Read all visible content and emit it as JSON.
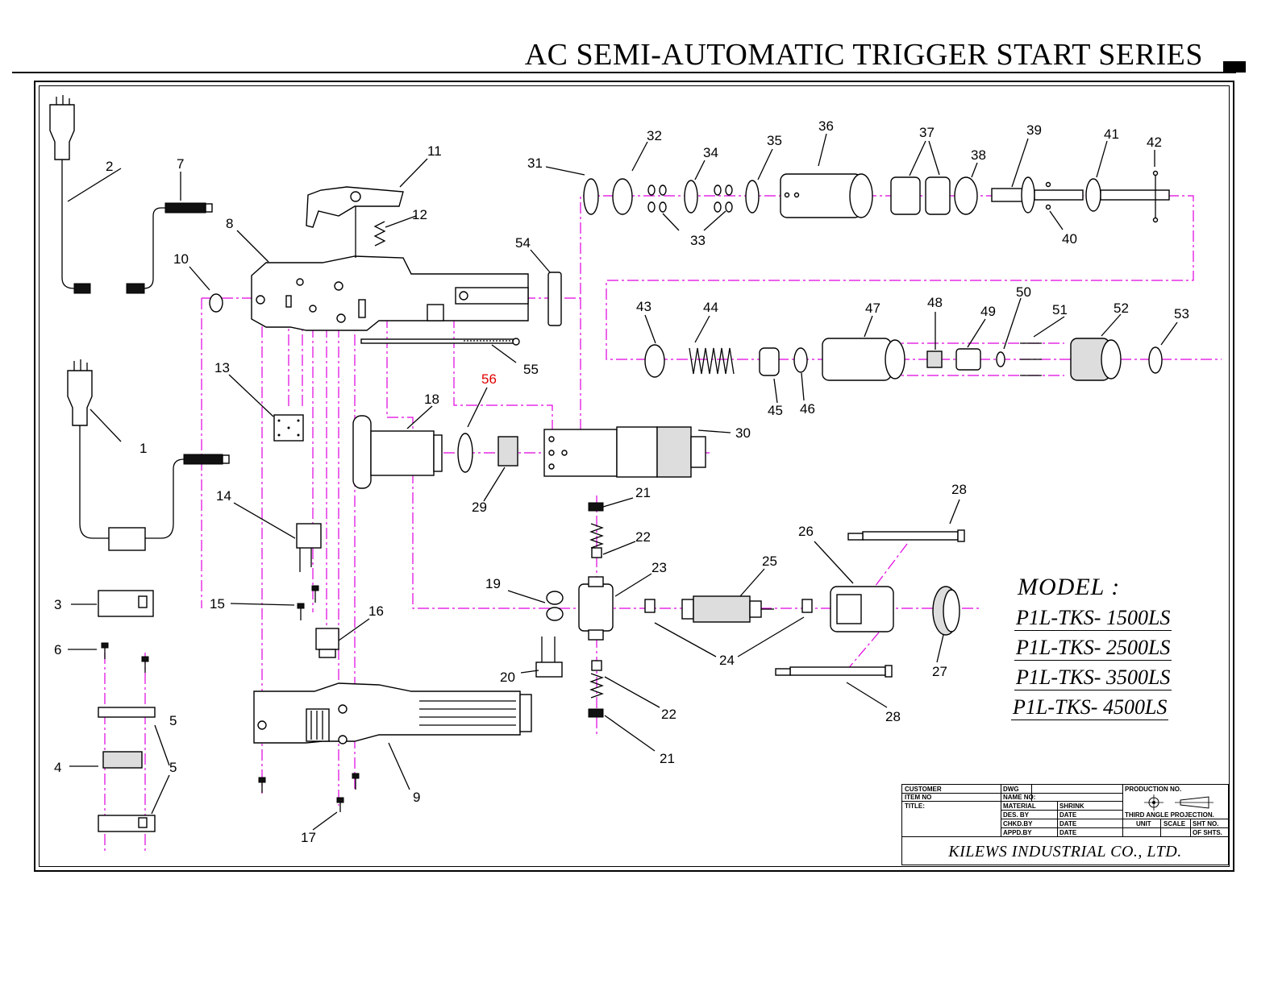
{
  "title": "AC SEMI-AUTOMATIC TRIGGER START SERIES",
  "model": {
    "heading": "MODEL :",
    "numbers": [
      "P1L-TKS- 1500LS",
      "P1L-TKS- 2500LS",
      "P1L-TKS- 3500LS",
      "P1L-TKS- 4500LS"
    ]
  },
  "part_numbers": [
    "1",
    "2",
    "3",
    "4",
    "5",
    "5",
    "6",
    "7",
    "8",
    "9",
    "10",
    "11",
    "12",
    "13",
    "14",
    "15",
    "16",
    "17",
    "18",
    "19",
    "20",
    "21",
    "21",
    "22",
    "22",
    "23",
    "24",
    "25",
    "26",
    "27",
    "28",
    "28",
    "29",
    "30",
    "31",
    "32",
    "33",
    "34",
    "35",
    "36",
    "37",
    "38",
    "39",
    "40",
    "41",
    "42",
    "43",
    "44",
    "45",
    "46",
    "47",
    "48",
    "49",
    "50",
    "51",
    "52",
    "53",
    "54",
    "55",
    "56"
  ],
  "highlighted_part": "56",
  "title_block": {
    "customer": "CUSTOMER",
    "item_no": "ITEM NO",
    "title": "TITLE:",
    "dwg": "DWG",
    "name_no": "NAME NO:",
    "material": "MATERIAL",
    "shrink": "SHRINK",
    "des_by": "DES. BY",
    "chkd_by": "CHKD.BY",
    "appd_by": "APPD.BY",
    "date": "DATE",
    "production_no": "PRODUCTION NO.",
    "projection": "THIRD ANGLE PROJECTION.",
    "unit": "UNIT",
    "scale": "SCALE",
    "sht_no": "SHT NO.",
    "of_shts": "OF SHTS.",
    "company": "KILEWS INDUSTRIAL CO., LTD."
  },
  "colors": {
    "phantom_line": "#e000e0",
    "highlight_label": "#e00000",
    "ink": "#000000"
  }
}
